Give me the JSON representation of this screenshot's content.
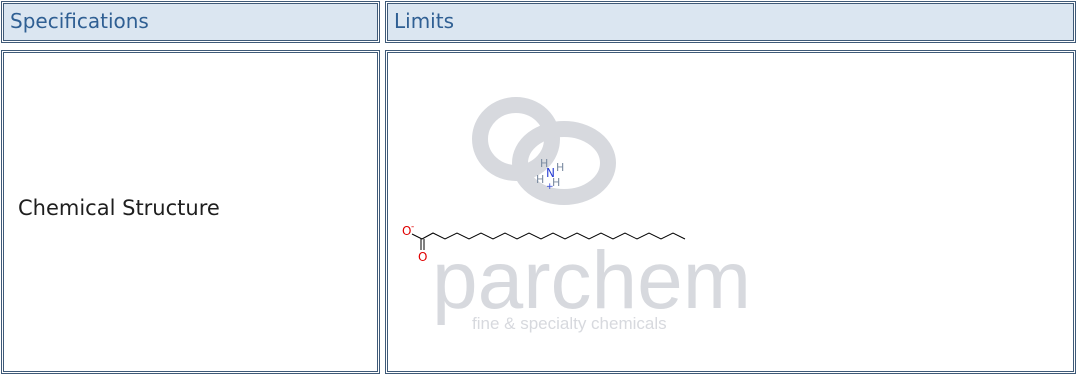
{
  "table": {
    "headers": {
      "specifications": "Specifications",
      "limits": "Limits"
    },
    "row": {
      "specification": "Chemical Structure"
    }
  },
  "watermark": {
    "brand": "parchem",
    "tagline": "fine & specialty chemicals"
  },
  "structure": {
    "atoms": {
      "nitrogen": "N",
      "hydrogen": "H",
      "oxygen": "O",
      "charge_minus": "-",
      "charge_plus": "+"
    }
  },
  "colors": {
    "header_bg": "#dbe6f1",
    "header_text": "#2f5f93",
    "border": "#3f5a78",
    "oxygen": "#e00000",
    "nitrogen": "#2a3fd4",
    "hydrogen": "#7a8aa0",
    "watermark": "#d7d9de"
  }
}
